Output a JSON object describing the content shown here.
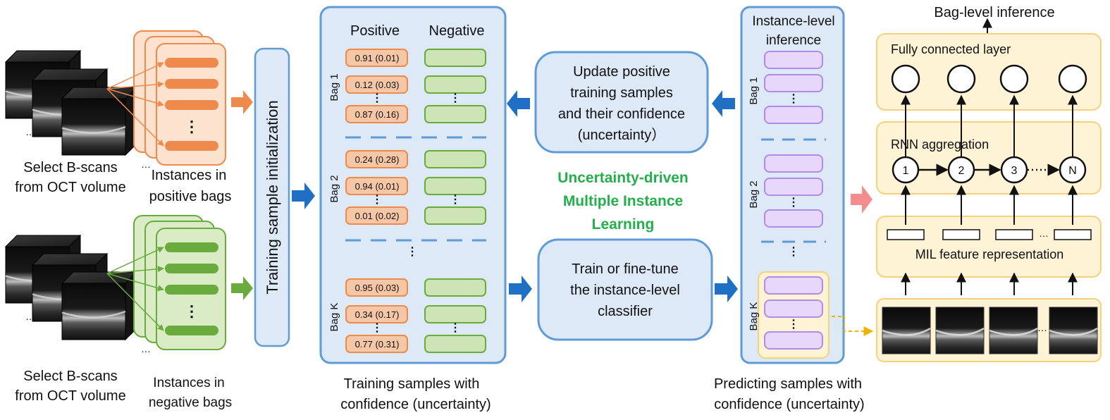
{
  "left": {
    "pos_caption": [
      "Select B-scans",
      "from OCT volume"
    ],
    "pos_instances": [
      "Instances in",
      "positive bags"
    ],
    "neg_caption": [
      "Select B-scans",
      "from OCT volume"
    ],
    "neg_instances": [
      "Instances in",
      "negative bags"
    ],
    "init_label": "Training sample initialization"
  },
  "training": {
    "col_positive": "Positive",
    "col_negative": "Negative",
    "bags": [
      {
        "label": "Bag 1",
        "values": [
          "0.91 (0.01)",
          "0.12 (0.03)",
          "0.87 (0.16)"
        ]
      },
      {
        "label": "Bag 2",
        "values": [
          "0.24 (0.28)",
          "0.94 (0.01)",
          "0.01 (0.02)"
        ]
      },
      {
        "label": "Bag K",
        "values": [
          "0.95 (0.03)",
          "0.34 (0.17)",
          "0.77 (0.31)"
        ]
      }
    ],
    "caption": [
      "Training samples with",
      "confidence (uncertainty)"
    ]
  },
  "middle": {
    "update_box": [
      "Update positive",
      "training samples",
      "and their confidence",
      "(uncertainty）"
    ],
    "title": [
      "Uncertainty-driven",
      "Multiple Instance",
      "Learning"
    ],
    "train_box": [
      "Train or fine-tune",
      "the instance-level",
      "classifier"
    ]
  },
  "predict": {
    "header": [
      "Instance-level",
      "inference"
    ],
    "bags": [
      "Bag 1",
      "Bag 2",
      "Bag K"
    ],
    "caption": [
      "Predicting samples with",
      "confidence (uncertainty)"
    ]
  },
  "right": {
    "bag_inference": "Bag-level inference",
    "fc_label": "Fully connected layer",
    "rnn_label": "RNN aggregation",
    "rnn_nodes": [
      "1",
      "2",
      "3",
      "N"
    ],
    "mil_label": "MIL feature representation"
  },
  "symbols": {
    "dots_v": "⋮",
    "dots_h": "…",
    "dots_dotted": "·······"
  },
  "colors": {
    "positive_fill": "#f5c7a6",
    "positive_stroke": "#ee8a4c",
    "negative_fill": "#cde5b6",
    "negative_stroke": "#6aab3e",
    "blue_box": "#dde9f6",
    "blue_stroke": "#5f9bd6",
    "arrow_blue": "#1f6fc5",
    "purple": "#e7d7fb",
    "purple_stroke": "#b18be8",
    "yellow_box": "#fff3d6",
    "yellow_stroke": "#f4d27d",
    "title_green": "#22b04a",
    "arrow_pink": "#f58c8e"
  }
}
